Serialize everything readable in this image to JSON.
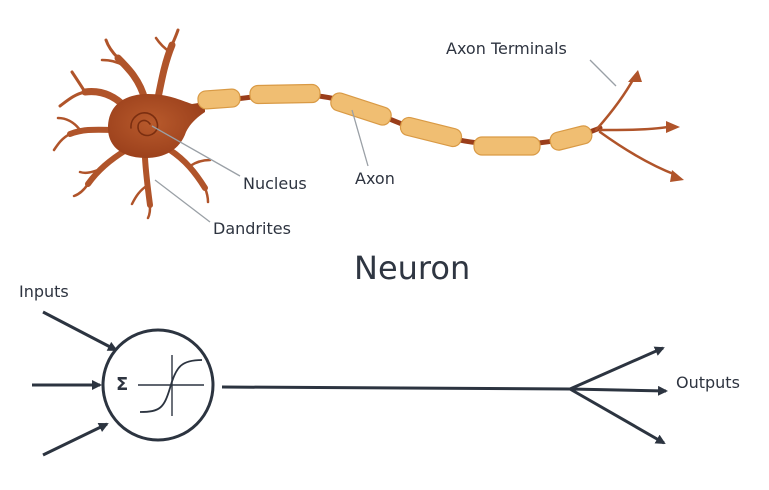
{
  "title": "Neuron",
  "biology": {
    "axon_terminals_label": "Axon Terminals",
    "nucleus_label": "Nucleus",
    "axon_label": "Axon",
    "dendrites_label": "Dandrites"
  },
  "model": {
    "inputs_label": "Inputs",
    "outputs_label": "Outputs",
    "sum_symbol": "Σ"
  },
  "colors": {
    "cell_body": "#a84a22",
    "dendrite": "#b0542a",
    "myelin": "#f0be72",
    "myelin_edge": "#d99a45",
    "axon": "#9a3d1a",
    "leader_line": "#9aa0a6",
    "ink": "#2f3642",
    "arrow": "#2c3440"
  }
}
